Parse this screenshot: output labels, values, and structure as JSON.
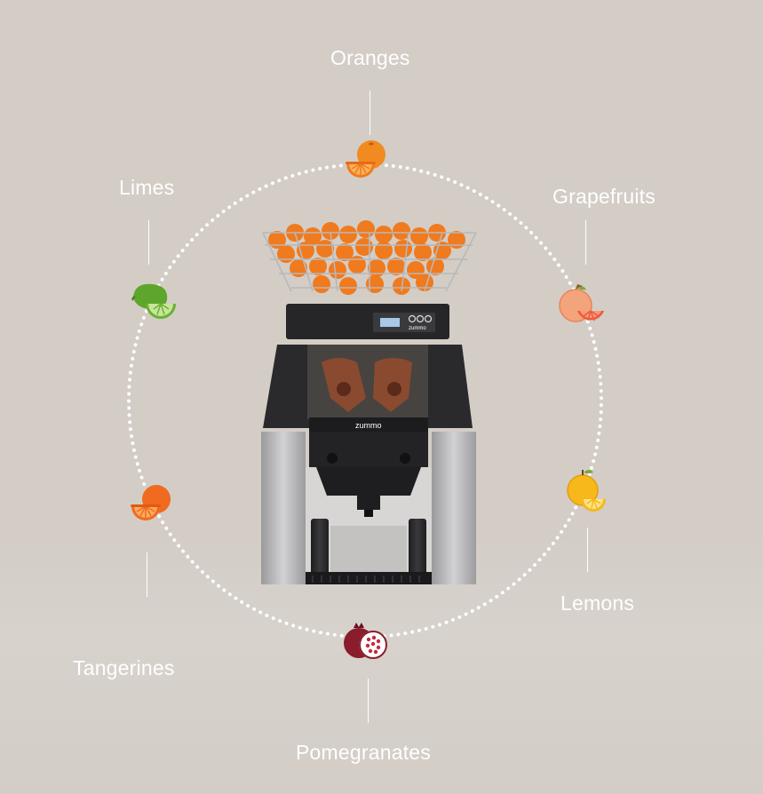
{
  "brand": "zummo",
  "fruits": [
    {
      "id": "oranges",
      "label": "Oranges",
      "icon": "orange-icon"
    },
    {
      "id": "grapefruits",
      "label": "Grapefruits",
      "icon": "grapefruit-icon"
    },
    {
      "id": "lemons",
      "label": "Lemons",
      "icon": "lemon-icon"
    },
    {
      "id": "pomegranates",
      "label": "Pomegranates",
      "icon": "pomegranate-icon"
    },
    {
      "id": "tangerines",
      "label": "Tangerines",
      "icon": "tangerine-icon"
    },
    {
      "id": "limes",
      "label": "Limes",
      "icon": "lime-icon"
    }
  ],
  "colors": {
    "background": "#d3cdc6",
    "orange": "#f07a1e",
    "grapefruit": "#ee7a4c",
    "lemon": "#f6b81b",
    "pomegranate": "#8a1c2b",
    "tangerine": "#f06a20",
    "lime": "#6ab133"
  }
}
